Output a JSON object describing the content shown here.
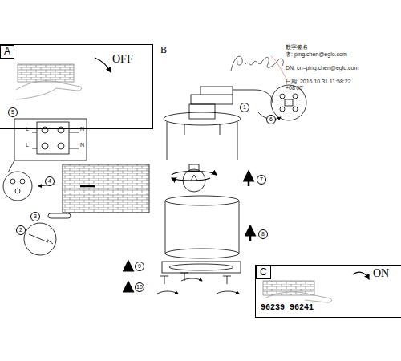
{
  "diagram": {
    "nodes": [
      {
        "text": [
          "A",
          "OFF"
        ]
      },
      {
        "text": [
          "C",
          "ON",
          "96239 96241"
        ]
      }
    ],
    "labels": [
      "B",
      "数字签名",
      "者: ping.chen@eglo.com",
      "DN: cn=ping.chen@eglo.com",
      "日期: 2016.10.31 11:58:22 +08'00'",
      "1",
      "6",
      "5",
      "L",
      "N",
      "L",
      "N",
      "4",
      "7",
      "3",
      "8",
      "2",
      "9",
      "10"
    ]
  }
}
